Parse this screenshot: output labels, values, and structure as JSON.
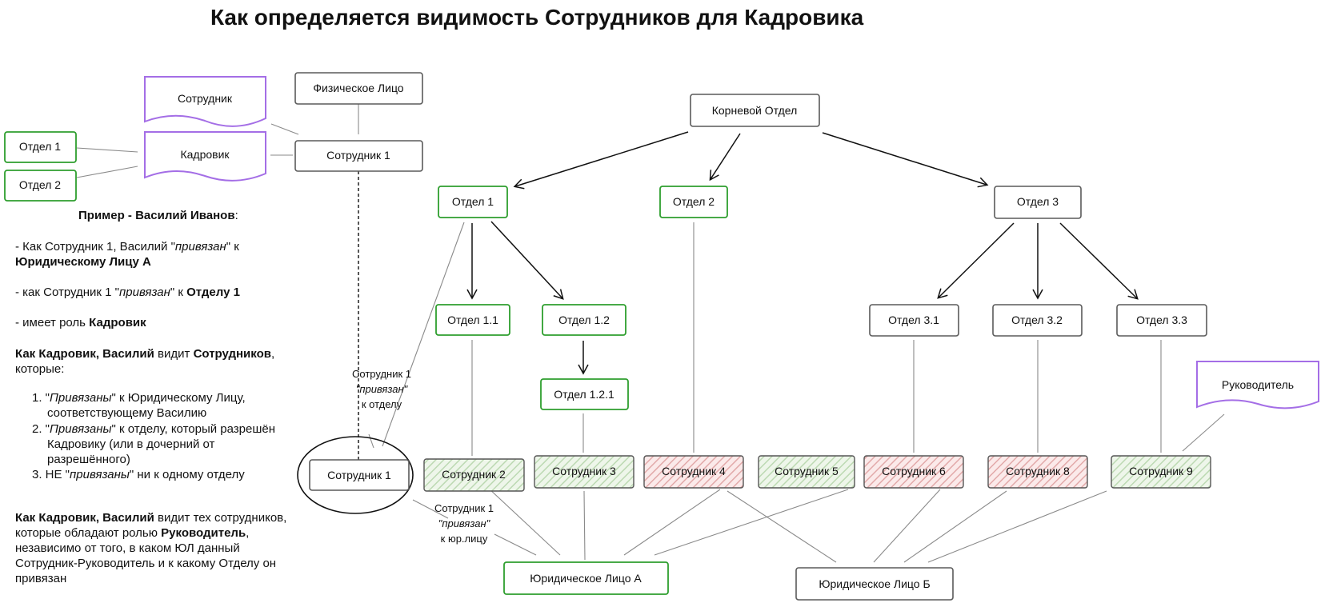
{
  "title": "Как определяется видимость Сотрудников для Кадровика",
  "left_nodes": {
    "sotrudnik": "Сотрудник",
    "fiz_lico": "Физическое Лицо",
    "otdel1": "Отдел 1",
    "otdel2": "Отдел 2",
    "kadrovik": "Кадровик",
    "sotrudnik1": "Сотрудник 1"
  },
  "tree": {
    "root": "Корневой Отдел",
    "otdel1": "Отдел 1",
    "otdel2": "Отдел 2",
    "otdel3": "Отдел 3",
    "otdel11": "Отдел 1.1",
    "otdel12": "Отдел 1.2",
    "otdel121": "Отдел 1.2.1",
    "otdel31": "Отдел 3.1",
    "otdel32": "Отдел 3.2",
    "otdel33": "Отдел 3.3",
    "rukovoditel": "Руководитель"
  },
  "employees": {
    "s1": "Сотрудник 1",
    "s2": "Сотрудник 2",
    "s3": "Сотрудник 3",
    "s4": "Сотрудник 4",
    "s5": "Сотрудник 5",
    "s6": "Сотрудник 6",
    "s8": "Сотрудник 8",
    "s9": "Сотрудник 9"
  },
  "legal": {
    "a": "Юридическое Лицо А",
    "b": "Юридическое Лицо Б"
  },
  "annotations": {
    "dept_l1": "Сотрудник 1",
    "dept_l2": "\"привязан\"",
    "dept_l3": "к отделу",
    "jur_l1": "Сотрудник 1",
    "jur_l2": "\"привязан\"",
    "jur_l3": "к юр.лицу"
  },
  "explanation": {
    "ex_title_bold": "Пример - Василий Иванов",
    "ex_title_tail": ":",
    "p1_a": "- Как Сотрудник 1, Василий \"",
    "p1_i": "привязан",
    "p1_b": "\" к",
    "p1_bold": "Юридическому Лицу А",
    "p2_a": "- как Сотрудник 1 \"",
    "p2_i": "привязан",
    "p2_b": "\" к ",
    "p2_bold": "Отделу 1",
    "p3_a": "- имеет роль ",
    "p3_bold": "Кадровик",
    "v1_bold1": "Как Кадровик, Василий",
    "v1_mid": " видит ",
    "v1_bold2": "Сотрудников",
    "v1_tail": ",",
    "v1_line2": "которые:",
    "li1_num": "1. \"",
    "li1_i": "Привязаны",
    "li1_rest": "\" к Юридическому Лицу,",
    "li1_line2": "соответствующему Василию",
    "li2_num": "2. \"",
    "li2_i": "Привязаны",
    "li2_rest": "\" к отделу, который разрешён",
    "li2_line2": "Кадровику (или в дочерний от",
    "li2_line3": "разрешённого)",
    "li3_num": "3. НЕ \"",
    "li3_i": "привязаны",
    "li3_rest": "\" ни к одному отделу",
    "v2_bold1": "Как Кадровик, Василий",
    "v2_tail": " видит тех сотрудников,",
    "v2_line2_a": "которые обладают ролью ",
    "v2_line2_bold": "Руководитель",
    "v2_line2_tail": ",",
    "v2_line3": "независимо от того, в каком ЮЛ данный",
    "v2_line4": "Сотрудник-Руководитель и к какому Отделу он",
    "v2_line5": "привязан"
  },
  "colors": {
    "green_border": "#2e9e2e",
    "purple_border": "#a46ee6",
    "red_fill": "#e8b4b4",
    "green_fill": "#c5dfbe",
    "gray_border": "#5a5a5a"
  }
}
